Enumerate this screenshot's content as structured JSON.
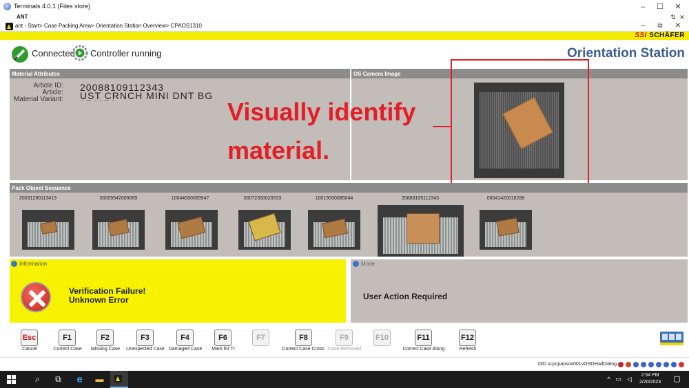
{
  "window": {
    "title": "Terminals 4.0.1 (Files store)",
    "app_label": "ANT",
    "breadcrumb": "ant - Start> Case Packing Area> Orientation Station Overview> CPAOS1310",
    "controls": [
      "–",
      "☐",
      "✕"
    ],
    "inner_controls": [
      "–",
      "⧉",
      "✕"
    ],
    "inner_top_controls": [
      "⇅",
      "✕"
    ]
  },
  "brand": {
    "logo_ssi": "SSI",
    "logo_name": "SCHÄFER"
  },
  "status": {
    "connection": "Connected",
    "controller": "Controller running",
    "station_title": "Orientation Station"
  },
  "material_attributes": {
    "header": "Material Attributes",
    "labels": [
      "Article ID:",
      "Article:",
      "Material Variant:"
    ],
    "values": [
      "20088109112343",
      "UST CRNCH MINI DNT BG",
      "674856"
    ]
  },
  "camera": {
    "header": "OS Camera Image"
  },
  "annotation": {
    "text_line1": "Visually identify",
    "text_line2": "material."
  },
  "pack_sequence": {
    "header": "Pack Object Sequence",
    "items": [
      {
        "id": "20031290113419"
      },
      {
        "id": "00009542009069"
      },
      {
        "id": "10044000069947"
      },
      {
        "id": "00072350020533"
      },
      {
        "id": "10019000085044"
      },
      {
        "id": "20888109112343"
      },
      {
        "id": "00041420016288"
      }
    ]
  },
  "information": {
    "header": "Information",
    "line1": "Verification Failure!",
    "line2": "Unknown Error"
  },
  "mode": {
    "header": "Mode",
    "text": "User Action Required"
  },
  "fkeys": [
    {
      "key": "Esc",
      "label": "Cancel"
    },
    {
      "key": "F1",
      "label": "Correct Case"
    },
    {
      "key": "F2",
      "label": "Missing Case"
    },
    {
      "key": "F3",
      "label": "Unexpected Case"
    },
    {
      "key": "F4",
      "label": "Damaged Case"
    },
    {
      "key": "F6",
      "label": "Mark for TI"
    },
    {
      "key": "F7",
      "label": ""
    },
    {
      "key": "F8",
      "label": "Correct Case Cross"
    },
    {
      "key": "F9",
      "label": "Case Removed"
    },
    {
      "key": "F10",
      "label": ""
    },
    {
      "key": "F11",
      "label": "Correct Case Along"
    },
    {
      "key": "F12",
      "label": "Refresh"
    }
  ],
  "status_strip": {
    "dialog_id": "DID scpcpaosov001vOSDetailDialog"
  },
  "taskbar": {
    "time": "2:54 PM",
    "date": "2/20/2023"
  },
  "colors": {
    "accent_yellow": "#f4ec00",
    "title_blue": "#3a5f8f",
    "annotation_red": "#e41e26",
    "panel_gray": "#c3bdb9"
  }
}
